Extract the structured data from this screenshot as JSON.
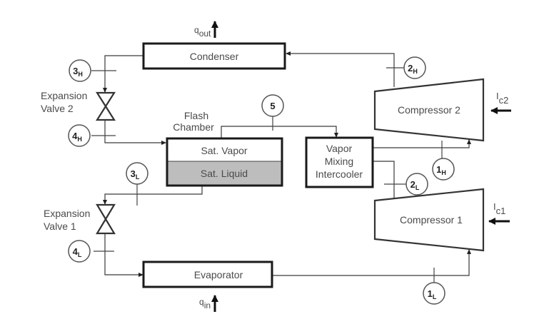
{
  "diagram": {
    "type": "two-stage vapor-compression refrigeration cycle with flash chamber and mixing intercooler",
    "components": {
      "condenser": "Condenser",
      "evaporator": "Evaporator",
      "flash_chamber_title_1": "Flash",
      "flash_chamber_title_2": "Chamber",
      "sat_vapor": "Sat. Vapor",
      "sat_liquid": "Sat. Liquid",
      "intercooler_1": "Vapor",
      "intercooler_2": "Mixing",
      "intercooler_3": "Intercooler",
      "compressor_2": "Compressor 2",
      "compressor_1": "Compressor 1",
      "valve_2_line1": "Expansion",
      "valve_2_line2": "Valve 2",
      "valve_1_line1": "Expansion",
      "valve_1_line2": "Valve 1"
    },
    "energy_flows": {
      "q_out_main": "q",
      "q_out_sub": "out",
      "q_in_main": "q",
      "q_in_sub": "in",
      "work_c2_main": "I",
      "work_c2_sub": "c2",
      "work_c1_main": "I",
      "work_c1_sub": "c1"
    },
    "states": [
      {
        "id": "3H",
        "num": "3",
        "sub": "H"
      },
      {
        "id": "4H",
        "num": "4",
        "sub": "H"
      },
      {
        "id": "5",
        "num": "5",
        "sub": ""
      },
      {
        "id": "2H",
        "num": "2",
        "sub": "H"
      },
      {
        "id": "1H",
        "num": "1",
        "sub": "H"
      },
      {
        "id": "2L",
        "num": "2",
        "sub": "L"
      },
      {
        "id": "3L",
        "num": "3",
        "sub": "L"
      },
      {
        "id": "4L",
        "num": "4",
        "sub": "L"
      },
      {
        "id": "1L",
        "num": "1",
        "sub": "L"
      }
    ],
    "colors": {
      "sat_liquid_fill": "#bdbdbd",
      "line": "#333333",
      "text": "#4a4a4a"
    }
  }
}
